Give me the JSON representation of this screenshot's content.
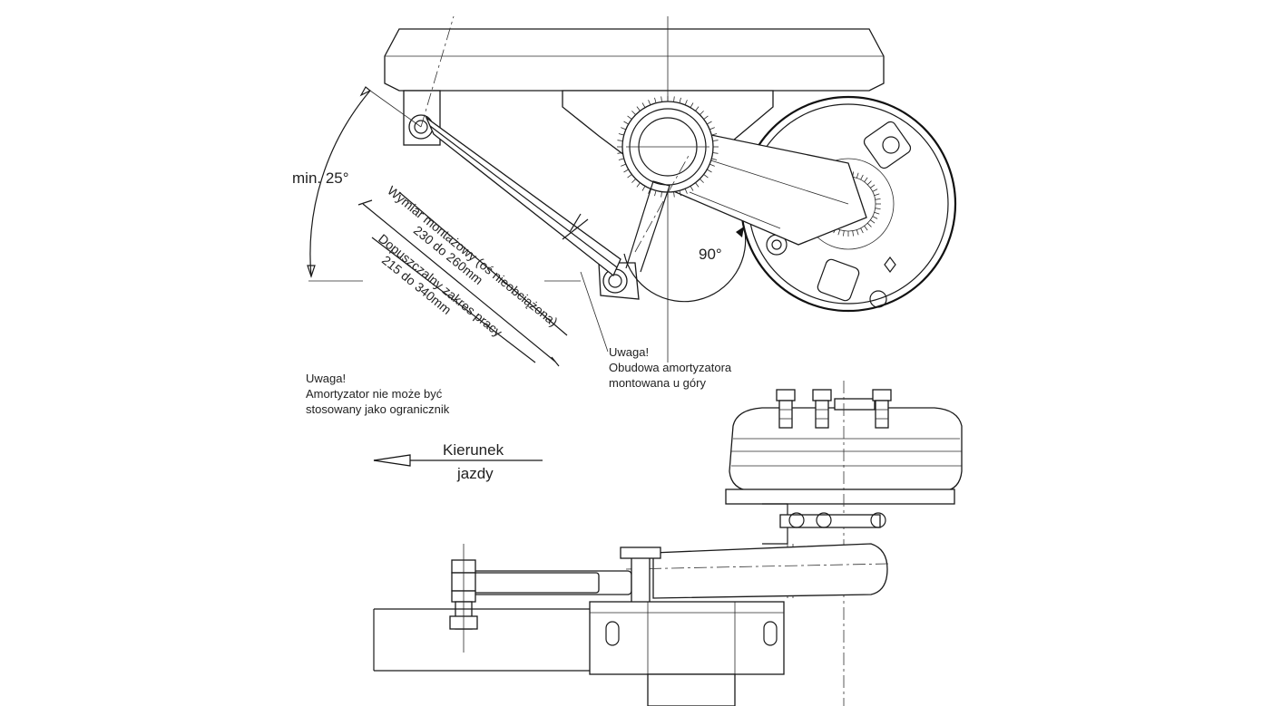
{
  "labels": {
    "angle_min": "min. 25°",
    "angle_right": "90°",
    "dim_mount_1": "Wymiar montażowy (oś nieobciążona)",
    "dim_mount_2": "230 do 260mm",
    "dim_range_1": "Dopuszczalny zakres pracy",
    "dim_range_2": "215 do 340mm",
    "note_top_1": "Uwaga!",
    "note_top_2": "Obudowa amortyzatora",
    "note_top_3": "montowana u góry",
    "note_left_1": "Uwaga!",
    "note_left_2": "Amortyzator nie może być",
    "note_left_3": "stosowany jako ogranicznik",
    "direction_1": "Kierunek",
    "direction_2": "jazdy"
  }
}
